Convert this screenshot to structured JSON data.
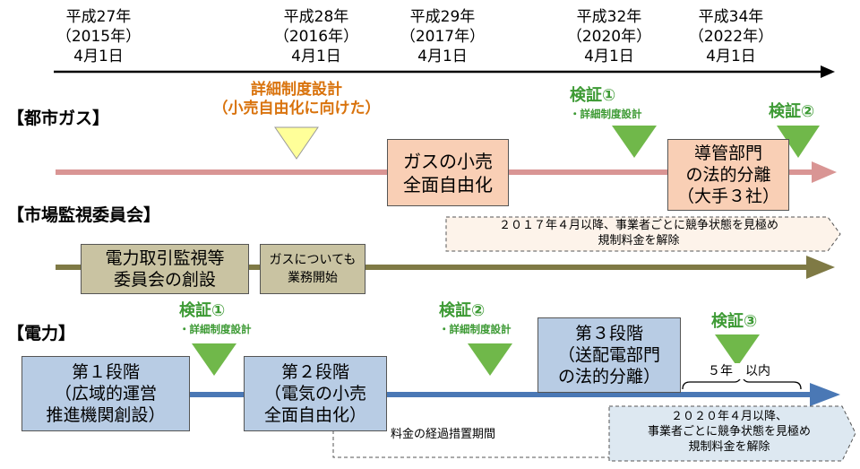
{
  "timeline": {
    "dates": [
      {
        "era": "平成27年",
        "year": "（2015年）",
        "day": "4月1日"
      },
      {
        "era": "平成28年",
        "year": "（2016年）",
        "day": "4月1日"
      },
      {
        "era": "平成29年",
        "year": "（2017年）",
        "day": "4月1日"
      },
      {
        "era": "平成32年",
        "year": "（2020年）",
        "day": "4月1日"
      },
      {
        "era": "平成34年",
        "year": "（2022年）",
        "day": "4月1日"
      }
    ]
  },
  "sections": {
    "gas": "【都市ガス】",
    "market": "【市場監視委員会】",
    "electricity": "【電力】"
  },
  "gas": {
    "design": {
      "line1": "詳細制度設計",
      "line2": "（小売自由化に向けた）"
    },
    "verify1": {
      "title": "検証①",
      "sub": "・詳細制度設計"
    },
    "verify2": {
      "title": "検証②"
    },
    "box1": {
      "line1": "ガスの小売",
      "line2": "全面自由化"
    },
    "box2": {
      "line1": "導管部門",
      "line2": "の法的分離",
      "line3": "（大手３社）"
    },
    "note": {
      "line1": "２０１７年４月以降、事業者ごとに競争状態を見極め",
      "line2": "規制料金を解除"
    }
  },
  "market": {
    "box1": {
      "line1": "電力取引監視等",
      "line2": "委員会の創設"
    },
    "box2": {
      "line1": "ガスについても",
      "line2": "業務開始"
    }
  },
  "electricity": {
    "verify1": {
      "title": "検証①",
      "sub": "・詳細制度設計"
    },
    "verify2": {
      "title": "検証②",
      "sub": "・詳細制度設計"
    },
    "verify3": {
      "title": "検証③"
    },
    "stage1": {
      "line1": "第１段階",
      "line2": "（広域的運営",
      "line3": "推進機関創設）"
    },
    "stage2": {
      "line1": "第２段階",
      "line2": "（電気の小売",
      "line3": "全面自由化）"
    },
    "stage3": {
      "line1": "第３段階",
      "line2": "（送配電部門",
      "line3": "の法的分離）"
    },
    "within": "５年　以内",
    "transition": "料金の経過措置期間",
    "note": {
      "line1": "２０２０年４月以降、",
      "line2": "事業者ごとに競争状態を見極め",
      "line3": "規制料金を解除"
    }
  },
  "colors": {
    "gas_line": "#d99594",
    "market_line": "#7f7a45",
    "electricity_line": "#4a78b5",
    "triangle_green": "#70b84a",
    "triangle_yellow": "#ffff99",
    "gas_box": "#f9cfb5",
    "market_box": "#c9c3a2",
    "electricity_box": "#b8cce4"
  }
}
